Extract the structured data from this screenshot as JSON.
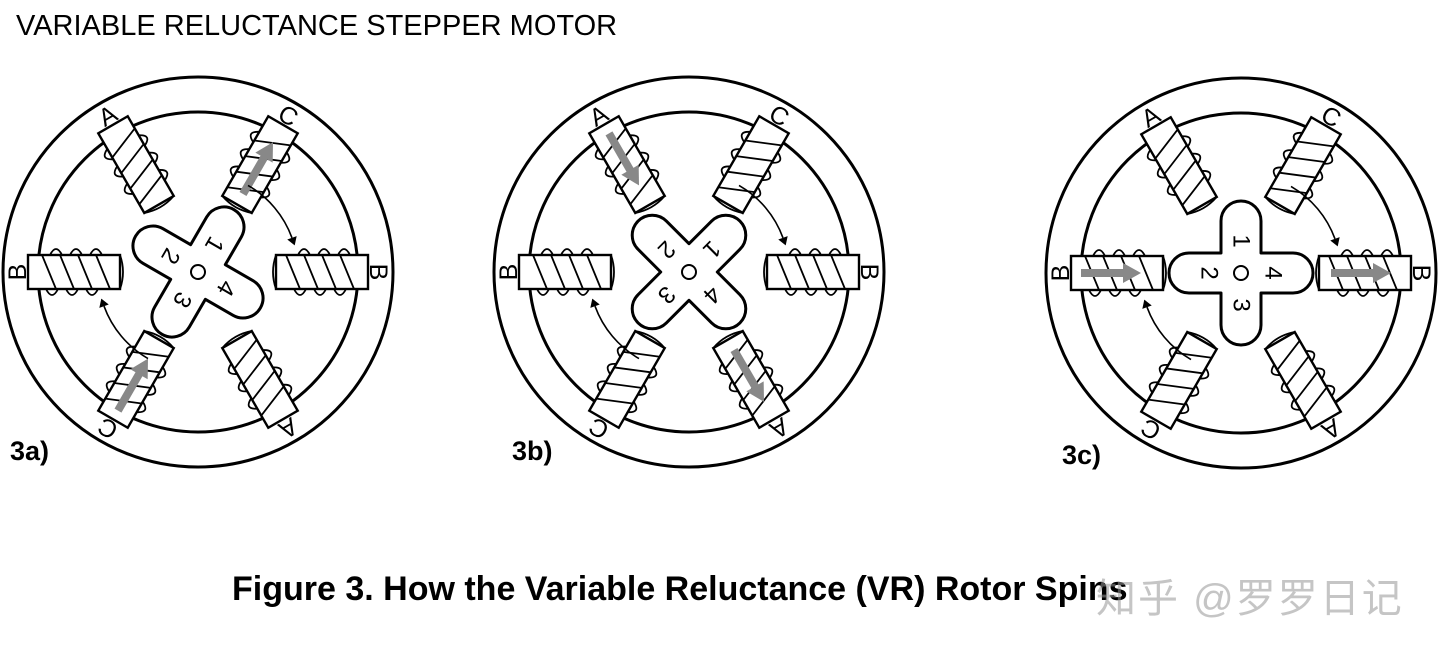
{
  "title": "VARIABLE RELUCTANCE STEPPER MOTOR",
  "caption": "Figure 3. How the Variable Reluctance (VR) Rotor Spins",
  "watermark": "知乎 @罗罗日记",
  "pole_labels": [
    "A",
    "C",
    "B",
    "B",
    "C",
    "A"
  ],
  "colors": {
    "line": "#000000",
    "flux_arrow": "#888888",
    "background": "#ffffff"
  },
  "panels": [
    {
      "label": "3a)",
      "energized_phase": "C",
      "rotor_teeth": [
        "1",
        "2",
        "3",
        "4"
      ]
    },
    {
      "label": "3b)",
      "energized_phase": "A",
      "rotor_teeth": [
        "1",
        "2",
        "3",
        "4"
      ]
    },
    {
      "label": "3c)",
      "energized_phase": "B",
      "rotor_teeth": [
        "1",
        "2",
        "3",
        "4"
      ]
    }
  ]
}
